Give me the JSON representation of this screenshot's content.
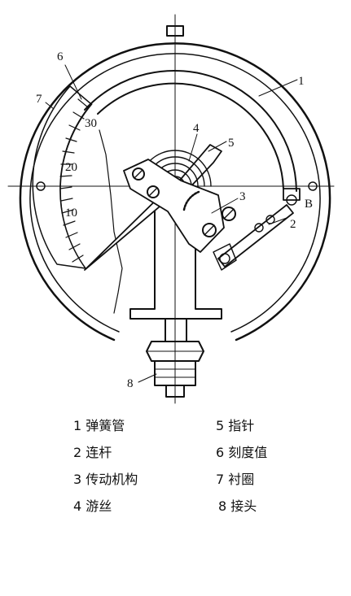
{
  "callouts": {
    "c1": "1",
    "c2": "2",
    "c3": "3",
    "c4": "4",
    "c5": "5",
    "c6": "6",
    "c7": "7",
    "c8": "8",
    "cB": "B"
  },
  "scale": {
    "s10": "10",
    "s20": "20",
    "s30": "30"
  },
  "legend": [
    "1 弹簧管",
    "5 指针",
    "2 连杆",
    "6 刻度值",
    "3 传动机构",
    "7 衬圈",
    "4 游丝",
    "8 接头"
  ]
}
